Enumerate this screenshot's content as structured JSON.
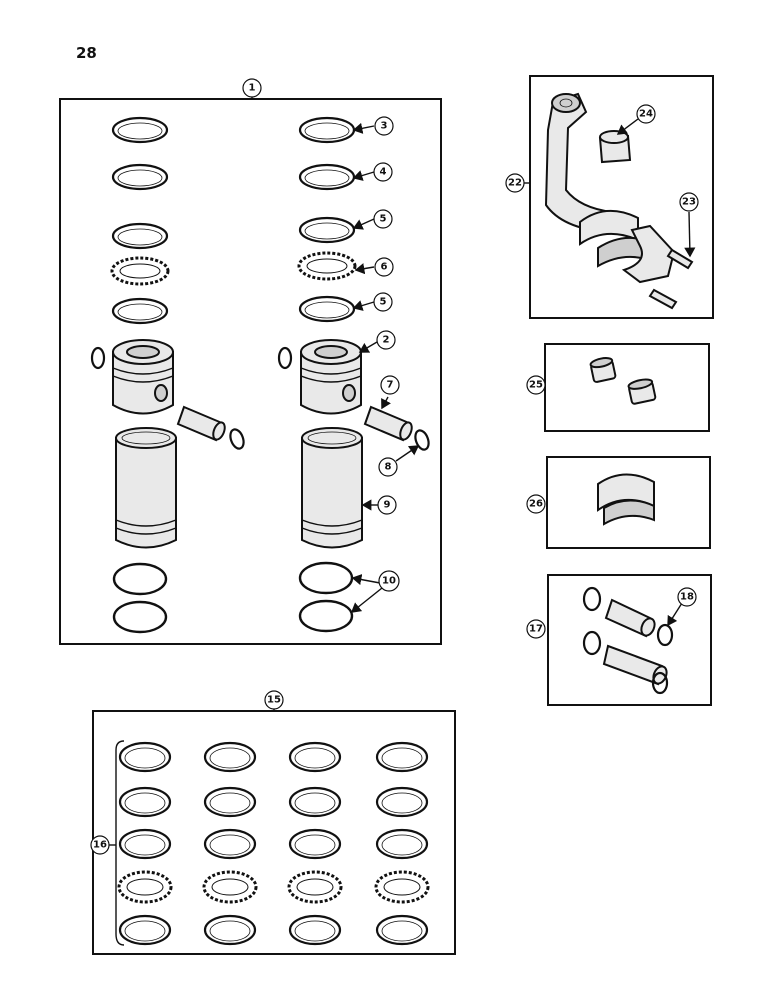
{
  "page_number": "28",
  "callouts": {
    "c1": "1",
    "c2": "2",
    "c3": "3",
    "c4": "4",
    "c5a": "5",
    "c5b": "5",
    "c6": "6",
    "c7": "7",
    "c8": "8",
    "c9": "9",
    "c10": "10",
    "c15": "15",
    "c16": "16",
    "c17": "17",
    "c18": "18",
    "c22": "22",
    "c23": "23",
    "c24": "24",
    "c25": "25",
    "c26": "26"
  }
}
